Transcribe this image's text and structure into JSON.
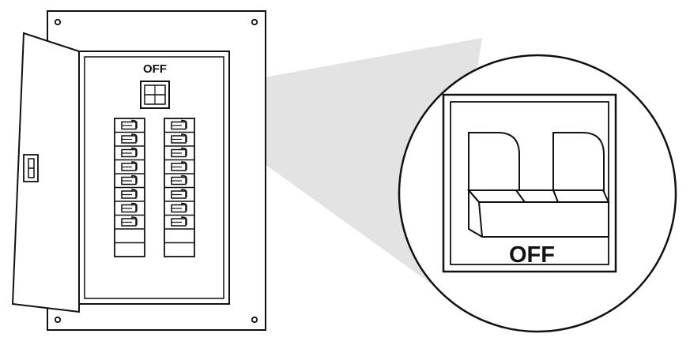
{
  "panel_label": "OFF",
  "zoom_label": "OFF",
  "colors": {
    "line": "#111111",
    "background": "#ffffff",
    "callout_fill": "#e3e3e3"
  },
  "icons": {
    "main_breaker": "main-breaker-switch-icon",
    "branch_breaker": "branch-breaker-switch-icon",
    "magnified_switch": "magnified-double-pole-switch-icon"
  },
  "breaker_columns": {
    "rows": 8,
    "blank_slots": 2
  }
}
